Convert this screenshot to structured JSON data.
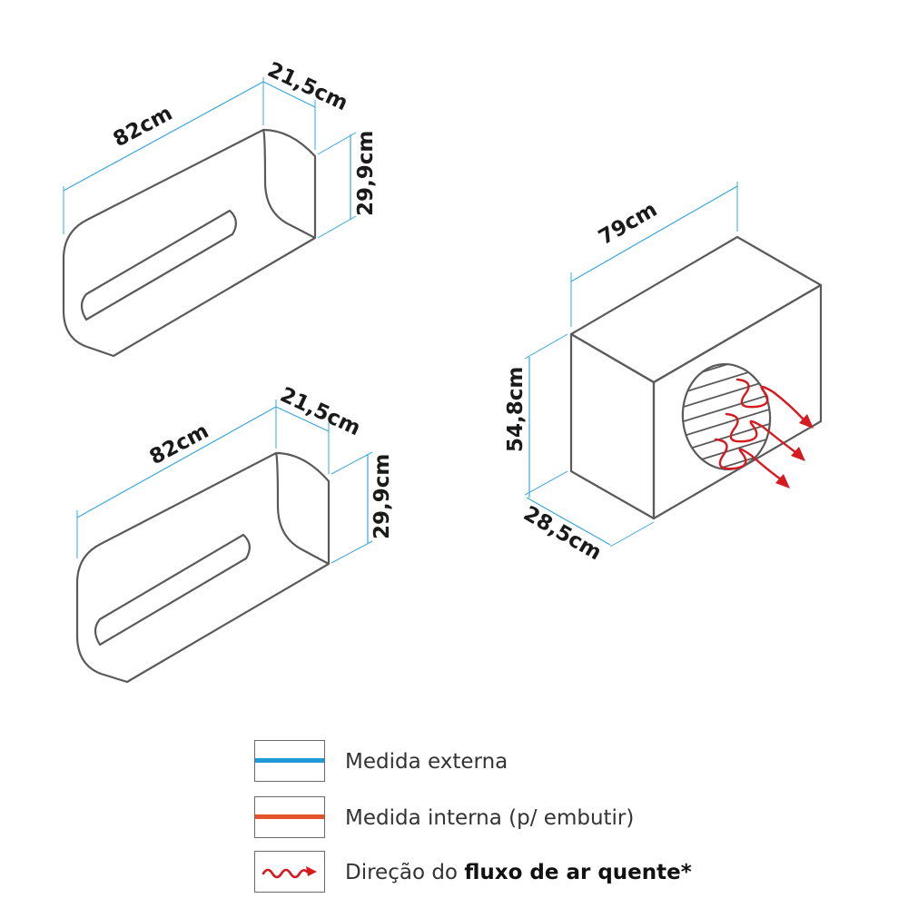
{
  "colors": {
    "external_measure": "#1f9ad6",
    "internal_measure": "#e5532b",
    "airflow": "#d71920",
    "outline": "#5a5a5a"
  },
  "indoor_unit_top": {
    "width_label": "82cm",
    "depth_label": "21,5cm",
    "height_label": "29,9cm"
  },
  "indoor_unit_bottom": {
    "width_label": "82cm",
    "depth_label": "21,5cm",
    "height_label": "29,9cm"
  },
  "outdoor_unit": {
    "width_label": "79cm",
    "height_label": "54,8cm",
    "depth_label": "28,5cm"
  },
  "legend": {
    "external": "Medida externa",
    "internal": "Medida interna (p/ embutir)",
    "airflow_prefix": "Direção do ",
    "airflow_bold": "fluxo de ar quente*"
  }
}
